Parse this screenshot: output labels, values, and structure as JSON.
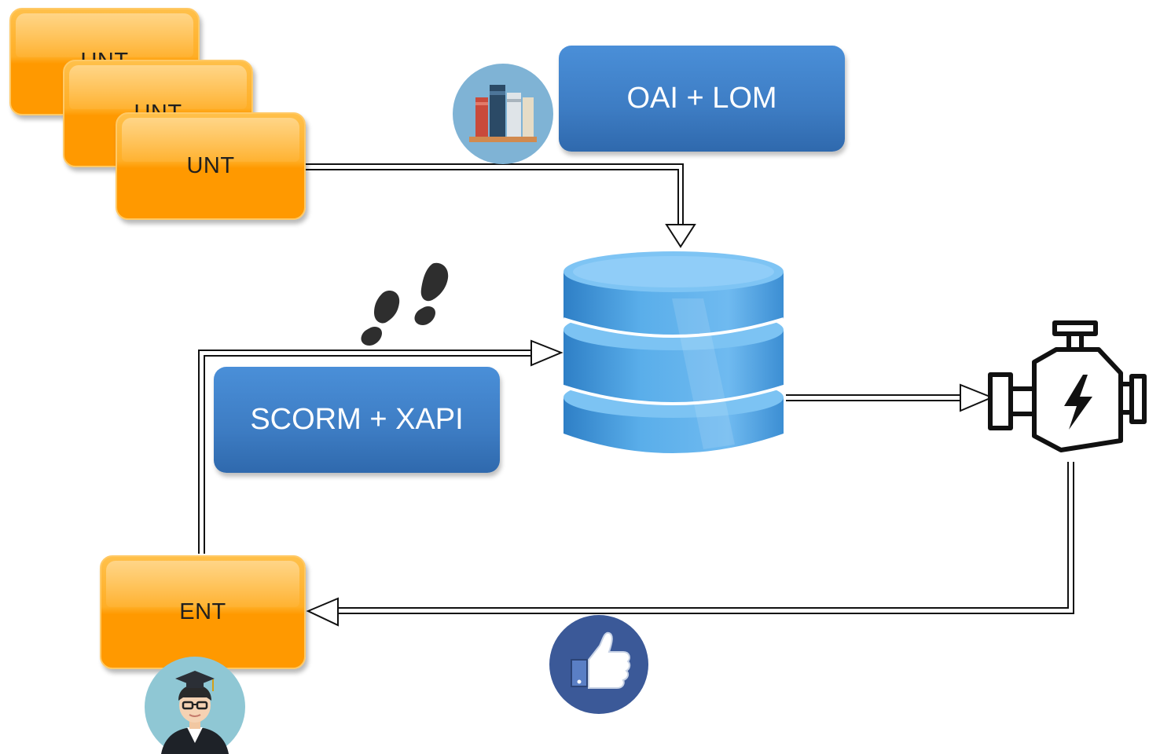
{
  "boxes": {
    "unt_back": "UNT",
    "unt_middle": "UNT",
    "unt_front": "UNT",
    "ent": "ENT",
    "oai_lom": "OAI + LOM",
    "scorm_xapi": "SCORM + XAPI"
  },
  "colors": {
    "orange": "#ff9900",
    "blue": "#3d7cc3",
    "database": "#4d9fdf",
    "icon_circle_light": "#7fb3d5",
    "icon_circle_dark": "#3b5998"
  },
  "icons": [
    "books-icon",
    "footprints-icon",
    "database-icon",
    "engine-icon",
    "thumbs-up-icon",
    "graduate-icon"
  ]
}
